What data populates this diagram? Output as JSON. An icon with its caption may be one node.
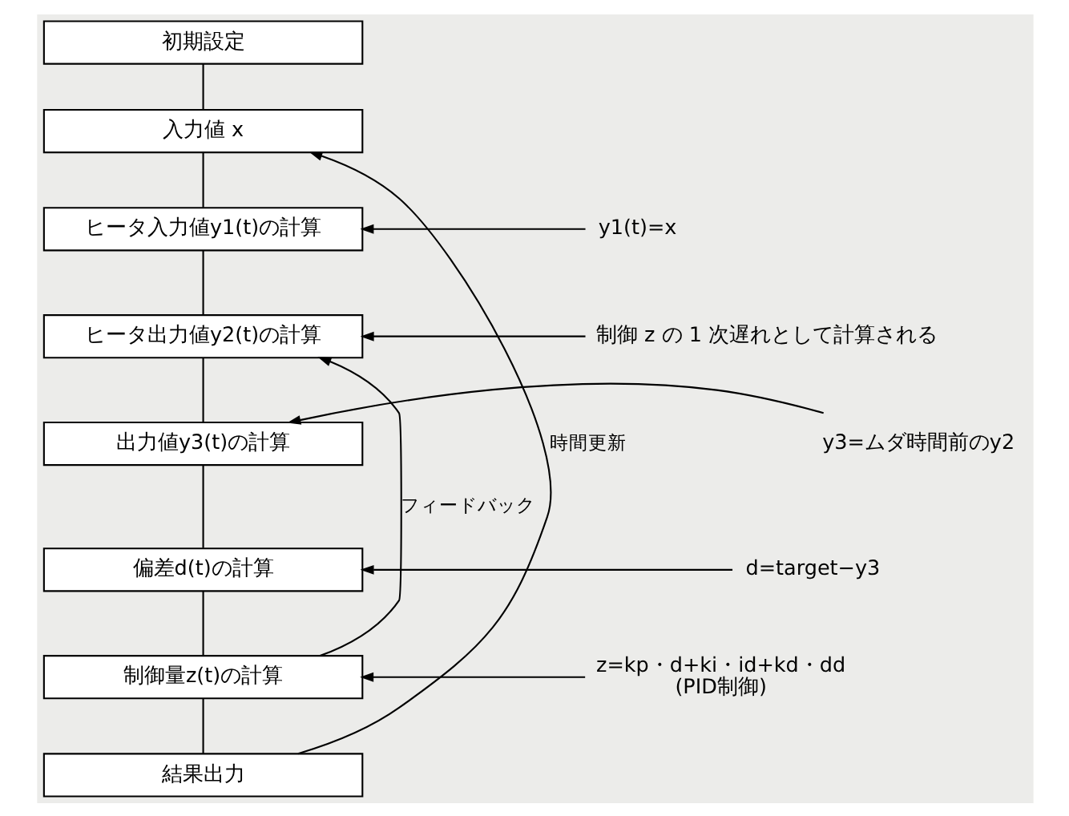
{
  "diagram": {
    "nodes": [
      {
        "text": [
          "初期設定"
        ]
      },
      {
        "text": [
          "入力値 x"
        ]
      },
      {
        "text": [
          "ヒータ入力値y1(t)の計算"
        ]
      },
      {
        "text": [
          "ヒータ出力値y2(t)の計算"
        ]
      },
      {
        "text": [
          "出力値y3(t)の計算"
        ]
      },
      {
        "text": [
          "偏差d(t)の計算"
        ]
      },
      {
        "text": [
          "制御量z(t)の計算"
        ]
      },
      {
        "text": [
          "結果出力"
        ]
      },
      {
        "text": [
          "y1(t)=x"
        ]
      },
      {
        "text": [
          "制御 z の 1 次遅れとして計算される"
        ]
      },
      {
        "text": [
          "y3=ムダ時間前のy2"
        ]
      },
      {
        "text": [
          "d=target−y3"
        ]
      },
      {
        "text": [
          "z=kp・d+ki・id+kd・dd",
          "(PID制御)"
        ]
      }
    ],
    "edges": [
      {
        "from": 0,
        "to": 1,
        "arrow": "none"
      },
      {
        "from": 1,
        "to": 2,
        "arrow": "none"
      },
      {
        "from": 2,
        "to": 3,
        "arrow": "none"
      },
      {
        "from": 3,
        "to": 4,
        "arrow": "none"
      },
      {
        "from": 4,
        "to": 5,
        "arrow": "none"
      },
      {
        "from": 5,
        "to": 6,
        "arrow": "none"
      },
      {
        "from": 6,
        "to": 7,
        "arrow": "none"
      },
      {
        "from": 7,
        "to": 1,
        "arrow": "to",
        "label": "時間更新"
      },
      {
        "from": 6,
        "to": 3,
        "arrow": "to",
        "label": "フィードバック"
      },
      {
        "from": 8,
        "to": 2,
        "arrow": "to"
      },
      {
        "from": 9,
        "to": 3,
        "arrow": "to"
      },
      {
        "from": 10,
        "to": 4,
        "arrow": "to"
      },
      {
        "from": 11,
        "to": 5,
        "arrow": "to"
      },
      {
        "from": 12,
        "to": 6,
        "arrow": "to"
      }
    ]
  }
}
